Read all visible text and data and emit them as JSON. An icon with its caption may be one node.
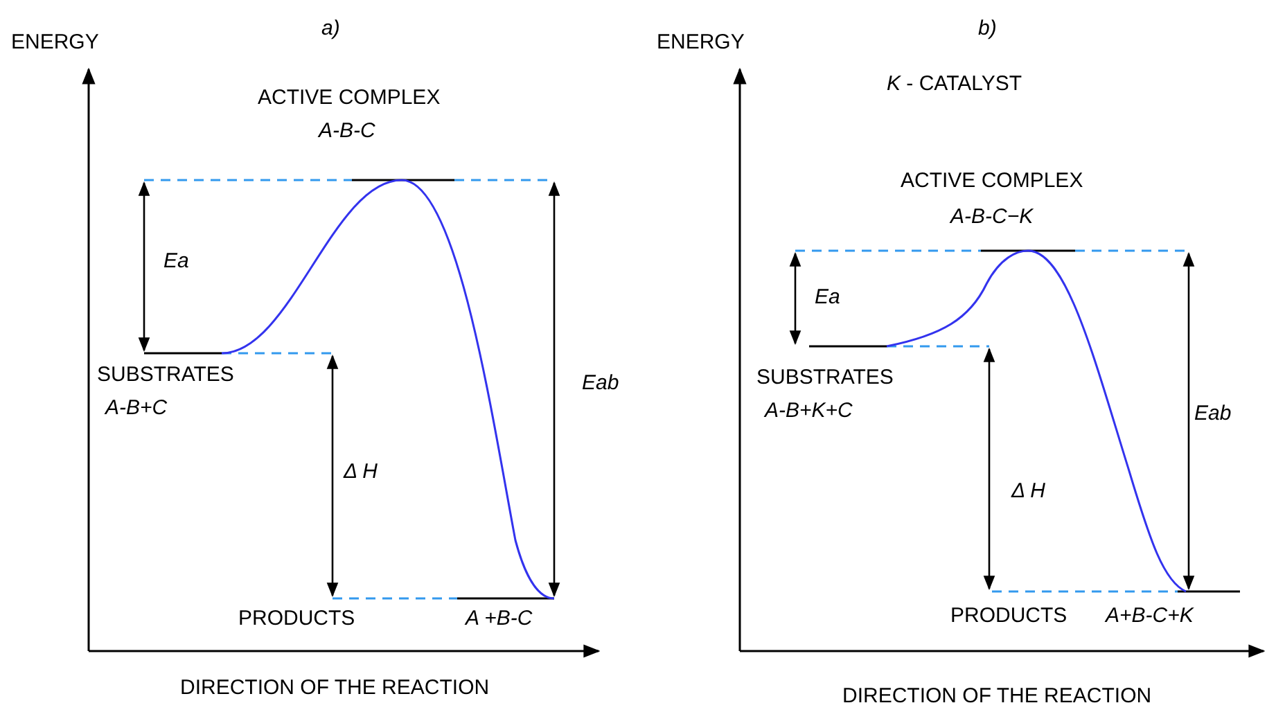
{
  "diagram": {
    "labels": [
      "ENERGY",
      "a)",
      "ACTIVE COMPLEX",
      "A-B-C",
      "Ea",
      "SUBSTRATES",
      "A-B+C",
      "Eab",
      "Δ H",
      "PRODUCTS",
      "A +B-C",
      "DIRECTION OF THE REACTION",
      "ENERGY",
      "b)",
      "*K* - CATALYST",
      "ACTIVE COMPLEX",
      "A-B-C−K",
      "Ea",
      "SUBSTRATES",
      "A-B+K+C",
      "Eab",
      "Δ H",
      "PRODUCTS",
      "A+B-C+K",
      "DIRECTION OF THE REACTION"
    ]
  }
}
